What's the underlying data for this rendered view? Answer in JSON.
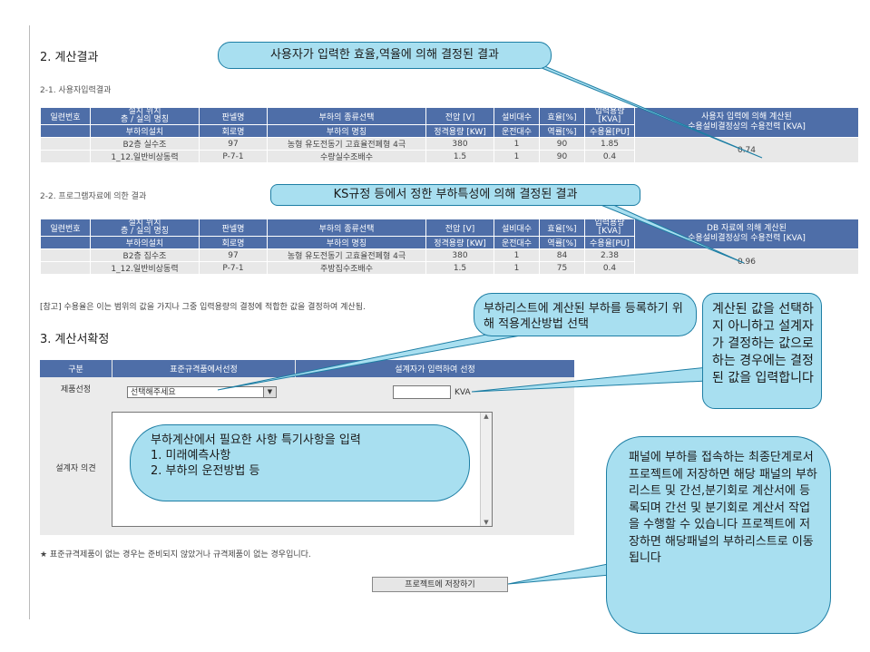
{
  "section2": {
    "title": "2. 계산결과",
    "sub1": "2-1. 사용자입력결과",
    "sub2": "2-2. 프로그램자료에 의한 결과",
    "table1": {
      "headers_top": [
        "일련번호",
        "설치 위치\n층 / 실의 명칭",
        "판넬명",
        "부하의 종류선택",
        "전압 [V]",
        "설비대수",
        "효율[%]",
        "입력용량\n[KVA]",
        "사용자 입력에 의해 계산된\n수용설비결정상의 수용전력 [KVA]"
      ],
      "headers_bottom": [
        "부하의설치",
        "회로명",
        "부하의 명칭",
        "정격용량 [KW]",
        "운전대수",
        "역률[%]",
        "수용율[PU]"
      ],
      "rows": [
        [
          "",
          "B2층 실수조",
          "97",
          "농형 유도전동기 고효율전폐형 4극",
          "380",
          "1",
          "90",
          "1.85"
        ],
        [
          "",
          "1_12.일반비상동력",
          "P-7-1",
          "수량실수조배수",
          "1.5",
          "1",
          "90",
          "0.4"
        ]
      ],
      "result": "0.74"
    },
    "table2": {
      "headers_top": [
        "일련번호",
        "설치 위치\n층 / 실의 명칭",
        "판넬명",
        "부하의 종류선택",
        "전압 [V]",
        "설비대수",
        "효율[%]",
        "입력용량\n[KVA]",
        "DB 자료에 의해 계산된\n수용설비결정상의 수용전력 [KVA]"
      ],
      "headers_bottom": [
        "부하의설치",
        "회로명",
        "부하의 명칭",
        "정격용량 [KW]",
        "운전대수",
        "역률[%]",
        "수용율[PU]"
      ],
      "rows": [
        [
          "",
          "B2층 집수조",
          "97",
          "농형 유도전동기 고효율전폐형 4극",
          "380",
          "1",
          "84",
          "2.38"
        ],
        [
          "",
          "1_12.일반비상동력",
          "P-7-1",
          "주방집수조배수",
          "1.5",
          "1",
          "75",
          "0.4"
        ]
      ],
      "result": "0.96"
    },
    "note": "[참고] 수용율은 이는 범위의 값을 가지나 그중 입력용량의 결정에 적합한 값을 결정하여 계산됨."
  },
  "section3": {
    "title": "3. 계산서확정",
    "bar": {
      "col1": "구분",
      "col2": "표준규격품에서선정",
      "col3": "설계자가 입력하여 선정"
    },
    "product_label": "제품선정",
    "select_value": "선택해주세요",
    "kva_unit": "KVA",
    "kva_value": "",
    "designer_label": "설계자 의견",
    "star_note": "★  표준규격제품이 없는 경우는 준비되지 않았거나 규격제품이  없는 경우입니다.",
    "save_button": "프로젝트에 저장하기"
  },
  "callouts": {
    "c1": "사용자가 입력한 효율,역율에 의해 결정된 결과",
    "c2": "KS규정 등에서 정한 부하특성에 의해 결정된 결과",
    "c3": "부하리스트에 계산된 부하를 등록하기 위해 적용계산방법 선택",
    "c4": "계산된 값을 선택하지 아니하고 설계자가 결정하는 값으로 하는 경우에는 결정된 값을 입력합니다",
    "c5_lines": [
      "부하계산에서 필요한 사항 특기사항을 입력",
      "1. 미래예측사항",
      "2. 부하의 운전방법 등"
    ],
    "c6": "패널에 부하를 접속하는 최종단계로서 프로젝트에 저장하면 해당 패널의 부하리스트 및 간선,분기회로 계산서에 등록되며 간선 및 분기회로 계산서 작업을 수행할 수 있습니다 프로젝트에 저장하면 해당패널의 부하리스트로 이동됩니다"
  },
  "colors": {
    "header_blue": "#4e6ea8",
    "callout_fill": "#a8dff0",
    "callout_border": "#1d7ea4"
  }
}
